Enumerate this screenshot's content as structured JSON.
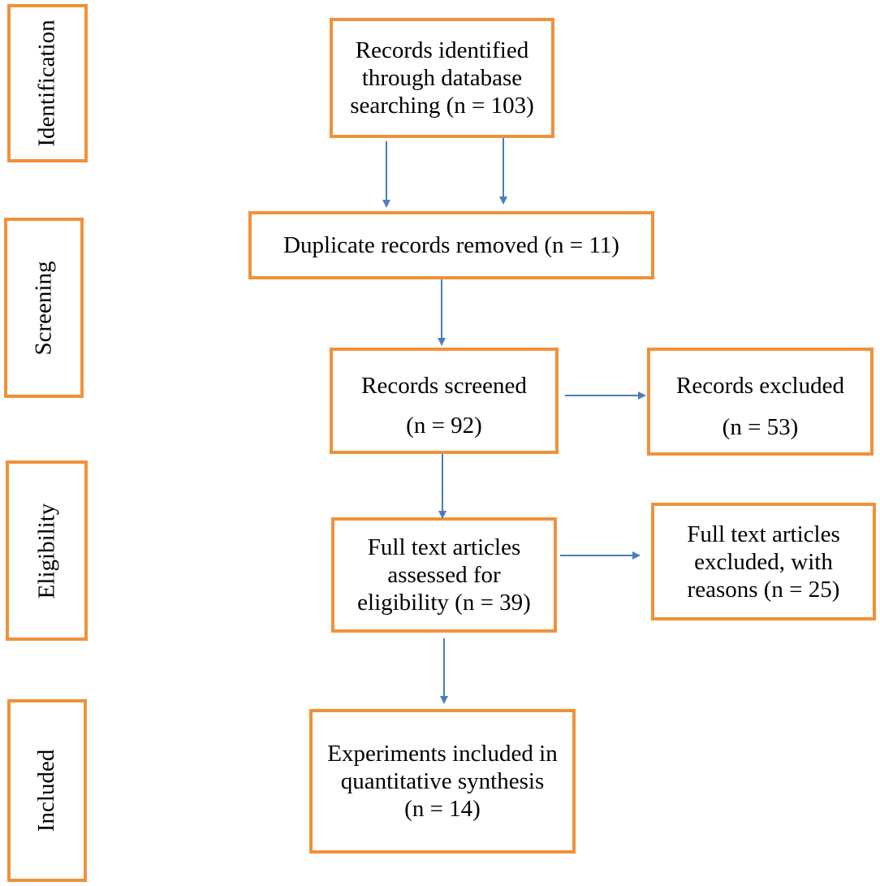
{
  "colors": {
    "box_border": "#F0913A",
    "arrow": "#4A7EBB",
    "text": "#000000",
    "background": "#FFFFFF"
  },
  "stages": {
    "identification": "Identification",
    "screening": "Screening",
    "eligibility": "Eligibility",
    "included": "Included"
  },
  "nodes": {
    "identified": [
      "Records identified",
      "through database",
      "searching (n = 103)"
    ],
    "duplicates": [
      "Duplicate records removed (n = 11)"
    ],
    "screened": [
      "Records screened",
      "(n = 92)"
    ],
    "excluded": [
      "Records excluded",
      "(n = 53)"
    ],
    "fulltext": [
      "Full text articles",
      "assessed for",
      "eligibility (n = 39)"
    ],
    "fulltext_excluded": [
      "Full text articles",
      "excluded, with",
      "reasons (n = 25)"
    ],
    "included": [
      "Experiments included in",
      "quantitative synthesis",
      "(n = 14)"
    ]
  }
}
